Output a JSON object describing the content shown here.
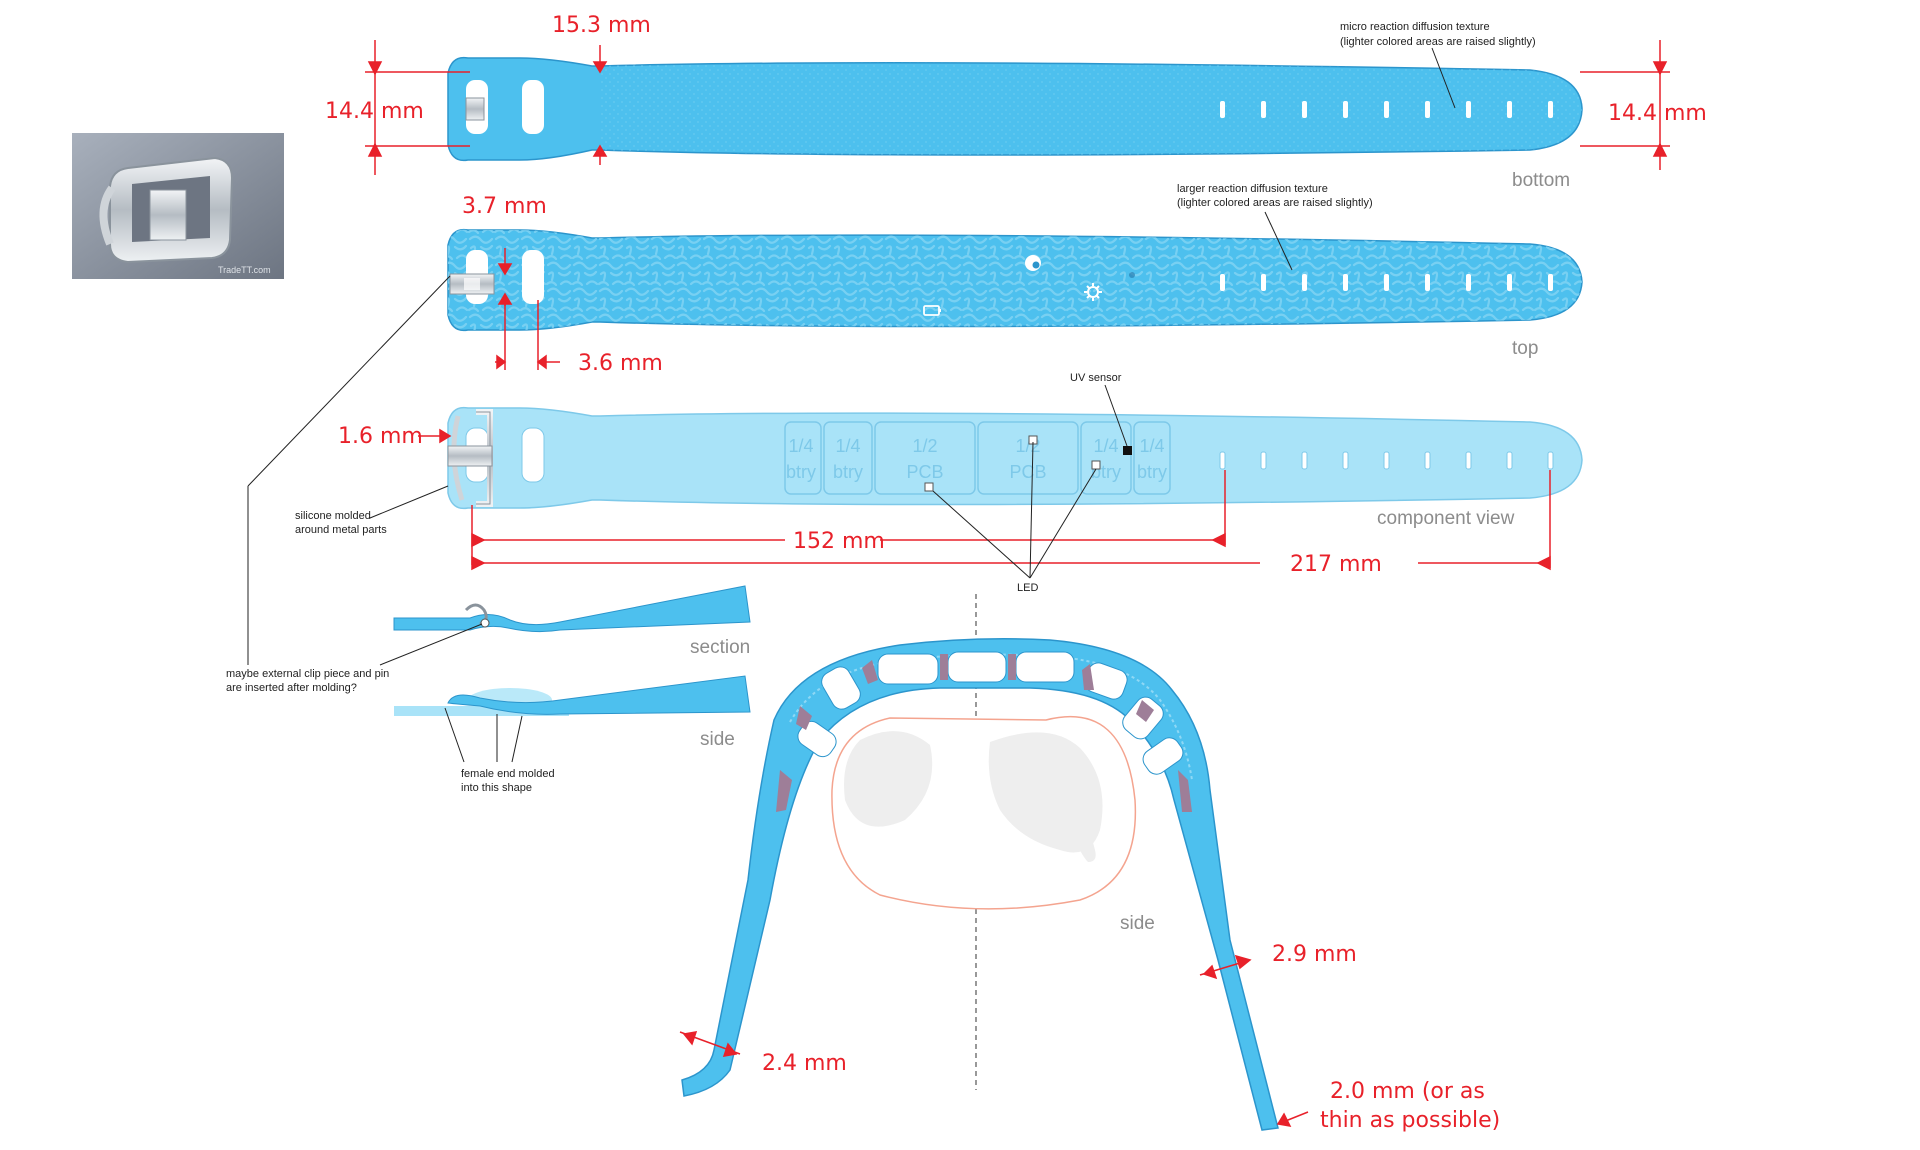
{
  "colors": {
    "band": "#4dc0ee",
    "band_light": "#a9e3f8",
    "band_edge": "#2c95cc",
    "dimension": "#e8212a",
    "label": "#8c8c8c",
    "pocket": "#9e7e98"
  },
  "icons": [
    "buckle-photo",
    "uv-sensor-icon",
    "sun-icon",
    "battery-icon"
  ],
  "photo": {
    "caption": "TradeTT.com"
  },
  "views": {
    "bottom": "bottom",
    "top": "top",
    "component": "component view",
    "section": "section",
    "side_small": "side",
    "side_large": "side"
  },
  "dimensions": {
    "clip_width": "15.3 mm",
    "strap_width_left": "14.4 mm",
    "strap_width_right": "14.4 mm",
    "keeper_height": "3.7 mm",
    "keeper_width": "3.6 mm",
    "buckle_gap": "1.6 mm",
    "hole_start": "152 mm",
    "hole_end": "217 mm",
    "side_thickness_mid": "2.9 mm",
    "side_thickness_left": "2.4 mm",
    "tip_thickness_line1": "2.0 mm (or as",
    "tip_thickness_line2": "thin as possible)"
  },
  "notes": {
    "micro_line1": "micro reaction diffusion texture",
    "micro_line2": "(lighter colored areas are raised slightly)",
    "larger_line1": "larger reaction diffusion texture",
    "larger_line2": "(lighter colored areas are raised slightly)",
    "uv_sensor": "UV sensor",
    "led": "LED",
    "silicone_line1": "silicone molded",
    "silicone_line2": "around metal parts",
    "clip_line1": "maybe external clip piece and pin",
    "clip_line2": "are inserted after molding?",
    "female_line1": "female end molded",
    "female_line2": "into this shape"
  },
  "components": [
    {
      "line1": "1/4",
      "line2": "btry"
    },
    {
      "line1": "1/4",
      "line2": "btry"
    },
    {
      "line1": "1/2",
      "line2": "PCB"
    },
    {
      "line1": "1/2",
      "line2": "PCB"
    },
    {
      "line1": "1/4",
      "line2": "btry"
    },
    {
      "line1": "1/4",
      "line2": "btry"
    }
  ]
}
